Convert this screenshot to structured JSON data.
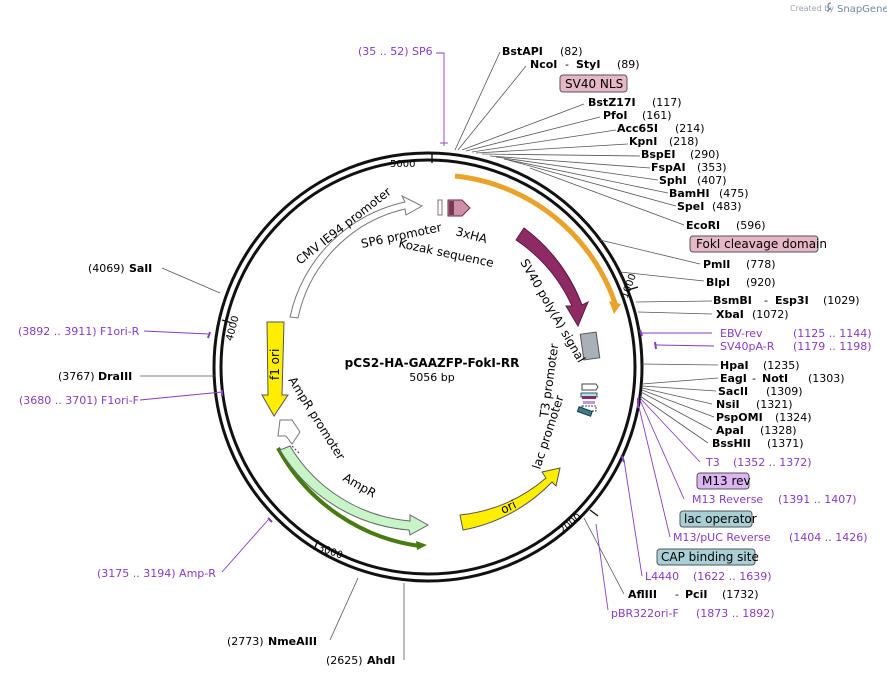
{
  "brand": {
    "created_by": "Created by",
    "name": "SnapGene"
  },
  "map": {
    "title": "pCS2-HA-GAAZFP-FokI-RR",
    "size": "5056 bp",
    "ticks": [
      "5000",
      "1000",
      "2000",
      "3000",
      "4000"
    ]
  },
  "features": {
    "cmv": "CMV IE94 promoter",
    "sp6p": "SP6 promoter",
    "ha": "3xHA",
    "kozak": "Kozak sequence",
    "sv40pa": "SV40 poly(A) signal",
    "t3p": "T3 promoter",
    "lacp": "lac promoter",
    "ori": "ori",
    "ampr": "AmpR",
    "amprp": "AmpR promoter",
    "f1ori": "f1 ori"
  },
  "sites": {
    "bstapi": {
      "name": "BstAPI",
      "pos": "(82)"
    },
    "ncoi": {
      "name": "NcoI",
      "name2": "StyI",
      "pos": "(89)"
    },
    "bstz17i": {
      "name": "BstZ17I",
      "pos": "(117)"
    },
    "pfoi": {
      "name": "PfoI",
      "pos": "(161)"
    },
    "acc65i": {
      "name": "Acc65I",
      "pos": "(214)"
    },
    "kpni": {
      "name": "KpnI",
      "pos": "(218)"
    },
    "bspei": {
      "name": "BspEI",
      "pos": "(290)"
    },
    "fspai": {
      "name": "FspAI",
      "pos": "(353)"
    },
    "sphi": {
      "name": "SphI",
      "pos": "(407)"
    },
    "bamhi": {
      "name": "BamHI",
      "pos": "(475)"
    },
    "spei": {
      "name": "SpeI",
      "pos": "(483)"
    },
    "ecori": {
      "name": "EcoRI",
      "pos": "(596)"
    },
    "pmli": {
      "name": "PmlI",
      "pos": "(778)"
    },
    "blpi": {
      "name": "BlpI",
      "pos": "(920)"
    },
    "bsmbi": {
      "name": "BsmBI",
      "name2": "Esp3I",
      "pos": "(1029)"
    },
    "xbai": {
      "name": "XbaI",
      "pos": "(1072)"
    },
    "hpai": {
      "name": "HpaI",
      "pos": "(1235)"
    },
    "eagi": {
      "name": "EagI",
      "name2": "NotI",
      "pos": "(1303)"
    },
    "sacii": {
      "name": "SacII",
      "pos": "(1309)"
    },
    "nsii": {
      "name": "NsiI",
      "pos": "(1321)"
    },
    "pspomi": {
      "name": "PspOMI",
      "pos": "(1324)"
    },
    "apai": {
      "name": "ApaI",
      "pos": "(1328)"
    },
    "bsshii": {
      "name": "BssHII",
      "pos": "(1371)"
    },
    "aflIII": {
      "name": "AflIII",
      "name2": "PciI",
      "pos": "(1732)"
    },
    "sali": {
      "name": "SalI",
      "pos": "(4069)"
    },
    "draiii": {
      "name": "DraIII",
      "pos": "(3767)"
    },
    "nmeaiii": {
      "name": "NmeAIII",
      "pos": "(2773)"
    },
    "ahdi": {
      "name": "AhdI",
      "pos": "(2625)"
    }
  },
  "boxed": {
    "sv40nls": "SV40 NLS",
    "foki": "FokI cleavage domain",
    "m13rev": "M13 rev",
    "lacop": "lac operator",
    "cap": "CAP binding site"
  },
  "primers": {
    "sp6": "(35 .. 52)  SP6",
    "ebv": "EBV-rev",
    "ebv_pos": "(1125 .. 1144)",
    "sv40par": "SV40pA-R",
    "sv40par_pos": "(1179 .. 1198)",
    "t3": "T3",
    "t3_pos": "(1352 .. 1372)",
    "m13reverse": "M13 Reverse",
    "m13reverse_pos": "(1391 .. 1407)",
    "m13puc": "M13/pUC Reverse",
    "m13puc_pos": "(1404 .. 1426)",
    "l4440": "L4440",
    "l4440_pos": "(1622 .. 1639)",
    "pbr322": "pBR322ori-F",
    "pbr322_pos": "(1873 .. 1892)",
    "f1orir": "(3892 .. 3911)  F1ori-R",
    "f1orif": "(3680 .. 3701)  F1ori-F",
    "ampr": "(3175 .. 3194)  Amp-R"
  },
  "colors": {
    "purple": "#8a3bbf",
    "sv40nls_fill": "#e6b8c6",
    "foki_fill": "#e6b8c6",
    "m13rev_fill": "#dcb6f0",
    "lacop_fill": "#a8cfd6",
    "cap_fill": "#a8cfd6",
    "ampr_fill": "#c8f5c8",
    "ori_fill": "#ffee00",
    "sv40pa_fill": "#8e2a64",
    "orange_arc": "#e9a32b",
    "green_arc": "#4a7a12"
  }
}
